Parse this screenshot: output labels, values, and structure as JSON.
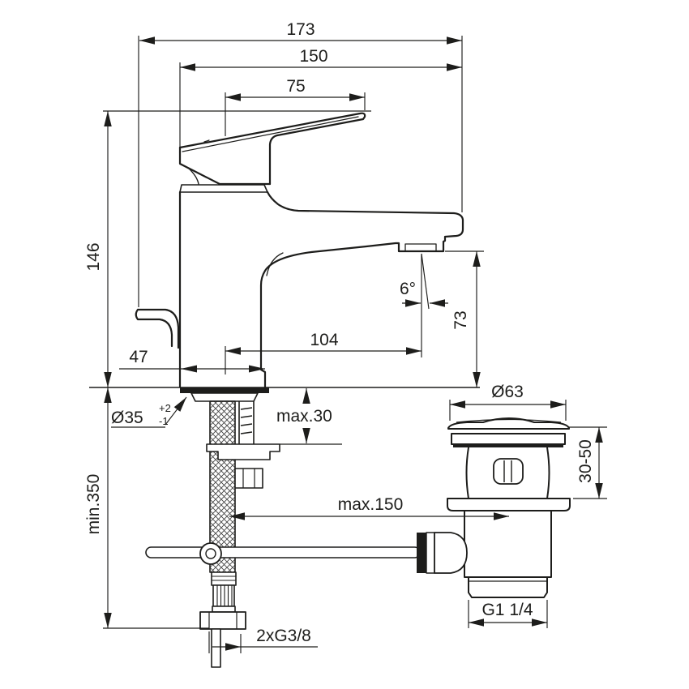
{
  "drawing": {
    "type": "faucet-technical-dimension-drawing",
    "line_color": "#1d1d1b",
    "background": "#ffffff"
  },
  "dimensions": {
    "total_projection": "173",
    "spout_to_tip": "150",
    "handle_reach": "75",
    "height_above_deck": "146",
    "spray_angle": "6°",
    "outlet_height": "73",
    "outlet_reach": "104",
    "base_depth": "47",
    "hole_diameter": "Ø35",
    "hole_tolerance_plus": "+2",
    "hole_tolerance_minus": "-1",
    "max_deck_thickness": "max.30",
    "min_hose_length": "min.350",
    "max_rod_reach": "max.150",
    "waste_flange_diameter": "Ø63",
    "waste_height_range": "30-50",
    "waste_outlet_thread": "G1 1/4",
    "supply_connections": "2xG3/8"
  }
}
